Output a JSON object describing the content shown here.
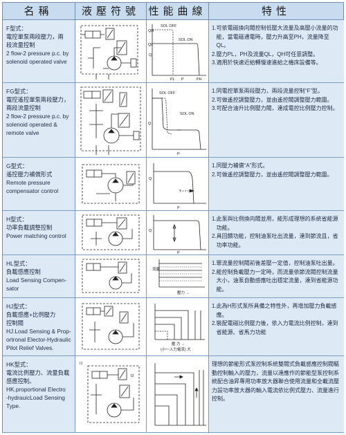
{
  "headers": [
    "名稱",
    "液壓符號",
    "性能曲線",
    "特性"
  ],
  "rows": [
    {
      "id": "f",
      "name_lines": [
        "F型式：",
        "電控單泵兩段壓力，兩",
        "段流量控制",
        "2 flow-2 pressure p.c. by",
        "solenoid operated valve"
      ],
      "features": [
        {
          "n": "1.",
          "t": "可依電磁換向閥控制低壓大流量及高壓小流量的功能，當電磁通電時，壓力升高至PH，流量降至QL。"
        },
        {
          "n": "2.",
          "t": "壓力PL，PH及流量QL，QH可任意調整。"
        },
        {
          "n": "3.",
          "t": "適用於快速近給轉慢速進給之機床設備等。"
        }
      ],
      "curve": {
        "sol_off": "SOL OFF",
        "sol_on": "SOL ON",
        "qh": "QH",
        "ql": "QL",
        "q": "Q",
        "pl": "PL",
        "ph": "PH",
        "p": "P"
      }
    },
    {
      "id": "fg",
      "name_lines": [
        "FG型式：",
        "電控遙控單泵兩段壓力，",
        "兩段流量控制",
        "2 flow-2 pressure p.c. by",
        "solenoid operated &",
        "remote valve"
      ],
      "features": [
        {
          "n": "1.",
          "t": "同電控單泵兩段壓力，兩段流量控制“F”型。"
        },
        {
          "n": "2.",
          "t": "可做遙控調整壓力，並由遙控閥調整壓力範圍。"
        },
        {
          "n": "3.",
          "t": "可配合油升比例壓力閥，達成電控比例壓力控制。"
        }
      ],
      "curve": {
        "sol_off": "SOL OFF",
        "sol_on": "SOL ON",
        "q": "Q",
        "p": "P"
      }
    },
    {
      "id": "g",
      "name_lines": [
        "G型式：",
        "遙控壓力補償形式",
        "Remote pressure",
        "compensator control"
      ],
      "features": [
        {
          "n": "1.",
          "t": "同壓力補償“A”形式。"
        },
        {
          "n": "2.",
          "t": "可做遙控調整壓力，並由遙控閥調整壓力範圍。"
        }
      ],
      "curve": {
        "q": "Q",
        "p": "P"
      }
    },
    {
      "id": "h",
      "name_lines": [
        "H型式：",
        "功率負載調整控制",
        "Power matching control"
      ],
      "features": [
        {
          "n": "1.",
          "t": "此泵與比例換向閥並用，能形成理想的系統省能源功能。"
        },
        {
          "n": "2.",
          "t": "具回饋功能，控制油泵吐出流量，達到節流且，省功率功能。"
        }
      ],
      "curve": {
        "q": "Q",
        "p": "P"
      }
    },
    {
      "id": "hl",
      "name_lines": [
        "HL型式：",
        "負載感應控制",
        "Load Sensing Compen-",
        "sator"
      ],
      "features": [
        {
          "n": "1.",
          "t": "罪流量控制閥前後差壓一定值，控制油泵吐出量。"
        },
        {
          "n": "2.",
          "t": "能控制負載壓力一定時，而流量依節流閥控制流量大小，油泵自動感應吐出穩定流量，達到省能源功能。"
        }
      ],
      "curve": {
        "y": "流量",
        "x": "壓力 →"
      }
    },
    {
      "id": "hj",
      "name_lines": [
        "HJ型式：",
        "負載感應+比例壓力",
        "控制閥",
        "HJ.Load Sensing & Prop-",
        "ortronal Elector-Hydraulic",
        "Pilot Relief Valves."
      ],
      "features": [
        {
          "n": "1.",
          "t": "此為H形式泵所具備之特性外，再增加壓力負載感應。"
        },
        {
          "n": "2.",
          "t": "裝配電磁比例壓力後，依入力電流比例控制，達到省能源、省馬力功能"
        }
      ],
      "curve": {
        "x": "壓 力 →",
        "note": "(小～入力電流) 大"
      }
    },
    {
      "id": "hk",
      "name_lines": [
        "HK型式：",
        "電流比例壓力、流量負載",
        "感應控制。",
        "HK.proportional Electro",
        "-hydrauicLoad Sensing",
        "Type."
      ],
      "paragraph": "理想的節能形式泵控制系統雙閥式負載感應控制閥驅動控制輸入的壓力，流量以達應作的節能型泵控制系統配合油昇專用功率放大器聯合使用流量和全載流壓力設功率放大器的輸入電流依比例式壓力、流量進行控制。",
      "curve": {
        "i1": "I1",
        "i2": "I2"
      }
    }
  ]
}
